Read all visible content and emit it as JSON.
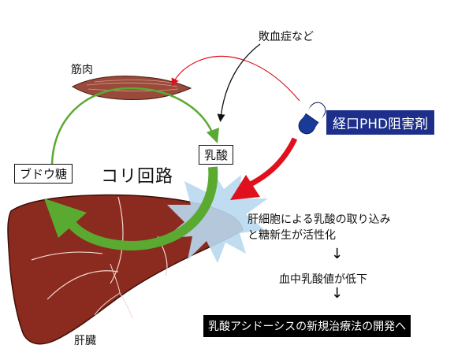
{
  "labels": {
    "muscle": "筋肉",
    "sepsis": "敗血症など",
    "drug": "経口PHD阻害剤",
    "lactate": "乳酸",
    "glucose": "ブドウ糖",
    "cycle": "コリ回路",
    "uptake_line1": "肝細胞による乳酸の取り込み",
    "uptake_line2": "と糖新生が活性化",
    "blood_lactate": "血中乳酸値が低下",
    "development": "乳酸アシドーシスの新規治療法の開発へ",
    "liver": "肝臓"
  },
  "colors": {
    "liver": "#8b2a1e",
    "muscle": "#9a4a3a",
    "green_arrow": "#5aaa32",
    "red_arrow": "#e0101c",
    "burst": "#b8d8f0",
    "drug_box": "#1d2f8a",
    "capsule": "#1a3a9a"
  }
}
